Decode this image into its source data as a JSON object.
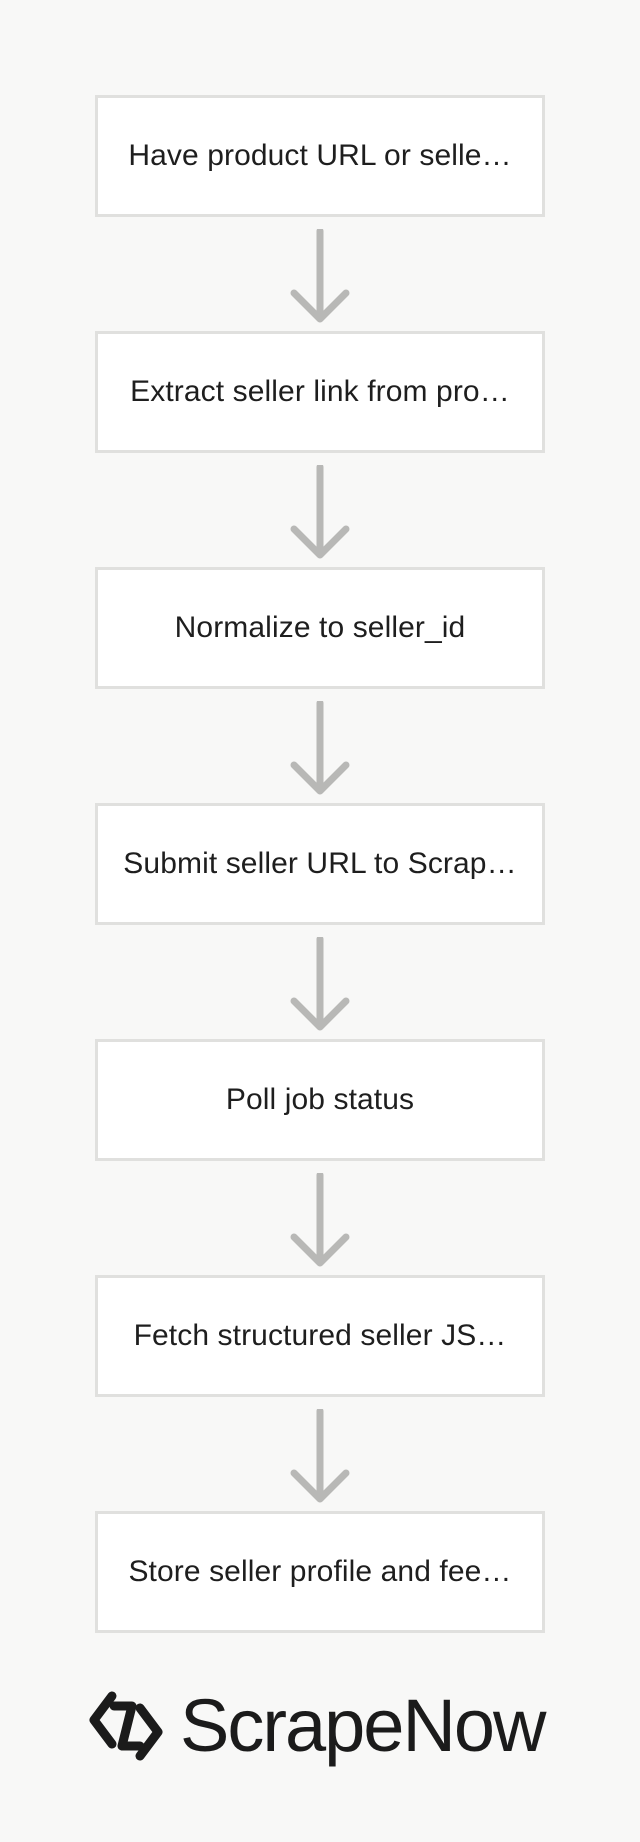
{
  "steps": [
    "Have product URL or selle…",
    "Extract seller link from pro…",
    "Normalize to seller_id",
    "Submit seller URL to Scrap…",
    "Poll job status",
    "Fetch structured seller JS…",
    "Store seller profile and fee…"
  ],
  "brand": {
    "name": "ScrapeNow",
    "logo_icon": "scrapenow-logo-icon"
  },
  "colors": {
    "background": "#f8f8f7",
    "box_fill": "#ffffff",
    "box_border": "#e0e0de",
    "arrow": "#b8b8b6",
    "text": "#1e1e1e"
  }
}
